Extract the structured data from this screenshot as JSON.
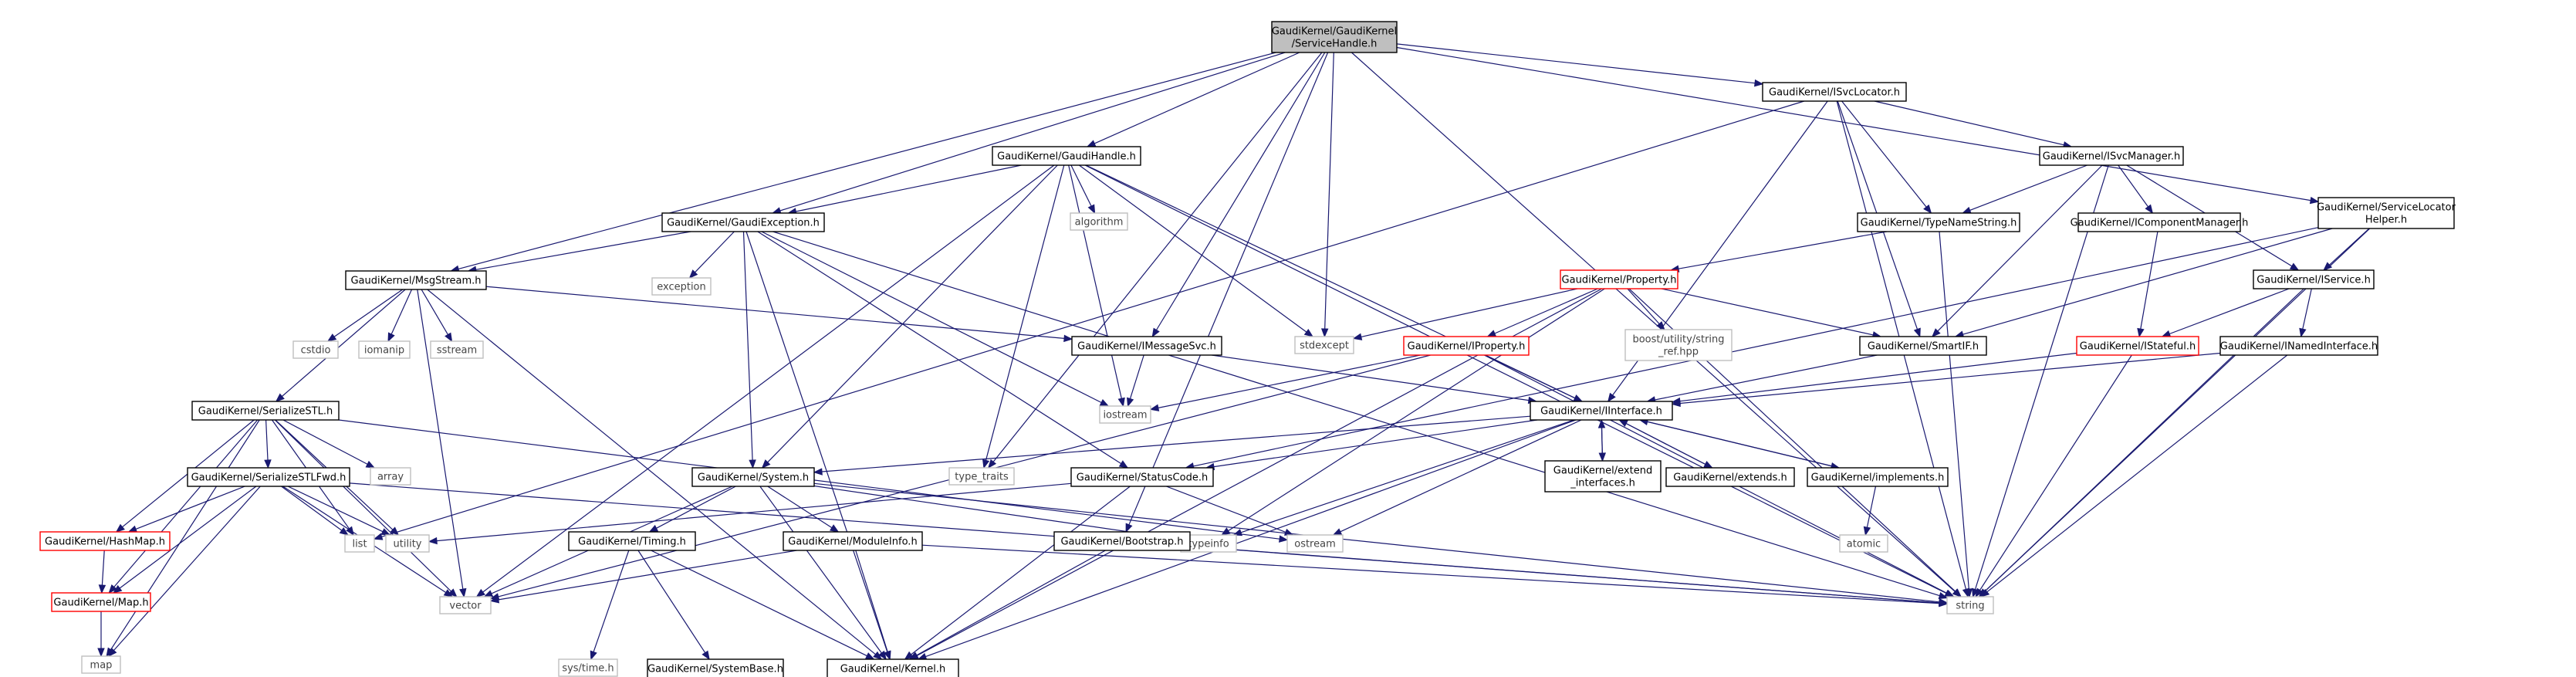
{
  "nodes": [
    {
      "id": "root",
      "lines": [
        "GaudiKernel/GaudiKernel",
        "/ServiceHandle.h"
      ],
      "kind": "root"
    },
    {
      "id": "isvclocator",
      "lines": [
        "GaudiKernel/ISvcLocator.h"
      ],
      "kind": "file"
    },
    {
      "id": "gaudihandle",
      "lines": [
        "GaudiKernel/GaudiHandle.h"
      ],
      "kind": "file"
    },
    {
      "id": "isvcmanager",
      "lines": [
        "GaudiKernel/ISvcManager.h"
      ],
      "kind": "file"
    },
    {
      "id": "gaudiexception",
      "lines": [
        "GaudiKernel/GaudiException.h"
      ],
      "kind": "file"
    },
    {
      "id": "algorithm",
      "lines": [
        "algorithm"
      ],
      "kind": "std"
    },
    {
      "id": "typenamestring",
      "lines": [
        "GaudiKernel/TypeNameString.h"
      ],
      "kind": "file"
    },
    {
      "id": "icomponentmanager",
      "lines": [
        "GaudiKernel/IComponentManager.h"
      ],
      "kind": "file"
    },
    {
      "id": "servicelocatorhelper",
      "lines": [
        "GaudiKernel/ServiceLocator",
        "Helper.h"
      ],
      "kind": "file"
    },
    {
      "id": "msgstream",
      "lines": [
        "GaudiKernel/MsgStream.h"
      ],
      "kind": "file"
    },
    {
      "id": "exception",
      "lines": [
        "exception"
      ],
      "kind": "std"
    },
    {
      "id": "property",
      "lines": [
        "GaudiKernel/Property.h"
      ],
      "kind": "red"
    },
    {
      "id": "iservice",
      "lines": [
        "GaudiKernel/IService.h"
      ],
      "kind": "file"
    },
    {
      "id": "cstdio",
      "lines": [
        "cstdio"
      ],
      "kind": "std"
    },
    {
      "id": "iomanip",
      "lines": [
        "iomanip"
      ],
      "kind": "std"
    },
    {
      "id": "sstream",
      "lines": [
        "sstream"
      ],
      "kind": "std"
    },
    {
      "id": "imessagesvc",
      "lines": [
        "GaudiKernel/IMessageSvc.h"
      ],
      "kind": "file"
    },
    {
      "id": "stdexcept",
      "lines": [
        "stdexcept"
      ],
      "kind": "std"
    },
    {
      "id": "iproperty",
      "lines": [
        "GaudiKernel/IProperty.h"
      ],
      "kind": "red"
    },
    {
      "id": "boostref",
      "lines": [
        "boost/utility/string",
        "_ref.hpp"
      ],
      "kind": "std"
    },
    {
      "id": "smartif",
      "lines": [
        "GaudiKernel/SmartIF.h"
      ],
      "kind": "file"
    },
    {
      "id": "istateful",
      "lines": [
        "GaudiKernel/IStateful.h"
      ],
      "kind": "red"
    },
    {
      "id": "inamedinterface",
      "lines": [
        "GaudiKernel/INamedInterface.h"
      ],
      "kind": "file"
    },
    {
      "id": "serializestl",
      "lines": [
        "GaudiKernel/SerializeSTL.h"
      ],
      "kind": "file"
    },
    {
      "id": "iostream",
      "lines": [
        "iostream"
      ],
      "kind": "std"
    },
    {
      "id": "iinterface",
      "lines": [
        "GaudiKernel/IInterface.h"
      ],
      "kind": "file"
    },
    {
      "id": "array",
      "lines": [
        "array"
      ],
      "kind": "std"
    },
    {
      "id": "serializestlfwd",
      "lines": [
        "GaudiKernel/SerializeSTLFwd.h"
      ],
      "kind": "file"
    },
    {
      "id": "typetraits",
      "lines": [
        "type_traits"
      ],
      "kind": "std"
    },
    {
      "id": "system",
      "lines": [
        "GaudiKernel/System.h"
      ],
      "kind": "file"
    },
    {
      "id": "statuscode",
      "lines": [
        "GaudiKernel/StatusCode.h"
      ],
      "kind": "file"
    },
    {
      "id": "extendinterfaces",
      "lines": [
        "GaudiKernel/extend",
        "_interfaces.h"
      ],
      "kind": "file"
    },
    {
      "id": "extends",
      "lines": [
        "GaudiKernel/extends.h"
      ],
      "kind": "file"
    },
    {
      "id": "implements",
      "lines": [
        "GaudiKernel/implements.h"
      ],
      "kind": "file"
    },
    {
      "id": "hashmap",
      "lines": [
        "GaudiKernel/HashMap.h"
      ],
      "kind": "red"
    },
    {
      "id": "list",
      "lines": [
        "list"
      ],
      "kind": "std"
    },
    {
      "id": "utility",
      "lines": [
        "utility"
      ],
      "kind": "std"
    },
    {
      "id": "typeinfo",
      "lines": [
        "typeinfo"
      ],
      "kind": "std"
    },
    {
      "id": "ostream",
      "lines": [
        "ostream"
      ],
      "kind": "std"
    },
    {
      "id": "timing",
      "lines": [
        "GaudiKernel/Timing.h"
      ],
      "kind": "file"
    },
    {
      "id": "moduleinfo",
      "lines": [
        "GaudiKernel/ModuleInfo.h"
      ],
      "kind": "file"
    },
    {
      "id": "bootstrap",
      "lines": [
        "GaudiKernel/Bootstrap.h"
      ],
      "kind": "file"
    },
    {
      "id": "atomic",
      "lines": [
        "atomic"
      ],
      "kind": "std"
    },
    {
      "id": "map_h",
      "lines": [
        "GaudiKernel/Map.h"
      ],
      "kind": "red"
    },
    {
      "id": "vector",
      "lines": [
        "vector"
      ],
      "kind": "std"
    },
    {
      "id": "string",
      "lines": [
        "string"
      ],
      "kind": "std"
    },
    {
      "id": "systime",
      "lines": [
        "sys/time.h"
      ],
      "kind": "std"
    },
    {
      "id": "systembase",
      "lines": [
        "GaudiKernel/SystemBase.h"
      ],
      "kind": "file"
    },
    {
      "id": "kernel",
      "lines": [
        "GaudiKernel/Kernel.h"
      ],
      "kind": "file"
    },
    {
      "id": "map",
      "lines": [
        "map"
      ],
      "kind": "std"
    }
  ],
  "edges": [
    [
      "root",
      "isvclocator"
    ],
    [
      "root",
      "gaudihandle"
    ],
    [
      "root",
      "gaudiexception"
    ],
    [
      "root",
      "msgstream"
    ],
    [
      "root",
      "imessagesvc"
    ],
    [
      "root",
      "stdexcept"
    ],
    [
      "root",
      "typetraits"
    ],
    [
      "root",
      "servicelocatorhelper"
    ],
    [
      "root",
      "bootstrap"
    ],
    [
      "root",
      "string"
    ],
    [
      "isvclocator",
      "isvcmanager"
    ],
    [
      "isvclocator",
      "typenamestring"
    ],
    [
      "isvclocator",
      "smartif"
    ],
    [
      "isvclocator",
      "iinterface"
    ],
    [
      "isvclocator",
      "list"
    ],
    [
      "isvclocator",
      "string"
    ],
    [
      "gaudihandle",
      "gaudiexception"
    ],
    [
      "gaudihandle",
      "algorithm"
    ],
    [
      "gaudihandle",
      "stdexcept"
    ],
    [
      "gaudihandle",
      "iostream"
    ],
    [
      "gaudihandle",
      "typetraits"
    ],
    [
      "gaudihandle",
      "system"
    ],
    [
      "gaudihandle",
      "iinterface"
    ],
    [
      "gaudihandle",
      "vector"
    ],
    [
      "gaudihandle",
      "string"
    ],
    [
      "isvcmanager",
      "typenamestring"
    ],
    [
      "isvcmanager",
      "icomponentmanager"
    ],
    [
      "isvcmanager",
      "iservice"
    ],
    [
      "isvcmanager",
      "smartif"
    ],
    [
      "isvcmanager",
      "string"
    ],
    [
      "gaudiexception",
      "msgstream"
    ],
    [
      "gaudiexception",
      "exception"
    ],
    [
      "gaudiexception",
      "system"
    ],
    [
      "gaudiexception",
      "statuscode"
    ],
    [
      "gaudiexception",
      "kernel"
    ],
    [
      "gaudiexception",
      "iostream"
    ],
    [
      "gaudiexception",
      "string"
    ],
    [
      "typenamestring",
      "property"
    ],
    [
      "typenamestring",
      "string"
    ],
    [
      "icomponentmanager",
      "istateful"
    ],
    [
      "servicelocatorhelper",
      "iservice"
    ],
    [
      "servicelocatorhelper",
      "smartif"
    ],
    [
      "servicelocatorhelper",
      "statuscode"
    ],
    [
      "servicelocatorhelper",
      "string"
    ],
    [
      "msgstream",
      "serializestl"
    ],
    [
      "msgstream",
      "cstdio"
    ],
    [
      "msgstream",
      "iomanip"
    ],
    [
      "msgstream",
      "sstream"
    ],
    [
      "msgstream",
      "imessagesvc"
    ],
    [
      "msgstream",
      "vector"
    ],
    [
      "msgstream",
      "kernel"
    ],
    [
      "property",
      "stdexcept"
    ],
    [
      "property",
      "iproperty"
    ],
    [
      "property",
      "boostref"
    ],
    [
      "property",
      "smartif"
    ],
    [
      "property",
      "typeinfo"
    ],
    [
      "property",
      "kernel"
    ],
    [
      "property",
      "string"
    ],
    [
      "iservice",
      "istateful"
    ],
    [
      "iservice",
      "inamedinterface"
    ],
    [
      "iservice",
      "string"
    ],
    [
      "imessagesvc",
      "iinterface"
    ],
    [
      "imessagesvc",
      "iostream"
    ],
    [
      "iproperty",
      "iinterface"
    ],
    [
      "iproperty",
      "iostream"
    ],
    [
      "iproperty",
      "vector"
    ],
    [
      "iproperty",
      "string"
    ],
    [
      "smartif",
      "iinterface"
    ],
    [
      "istateful",
      "iinterface"
    ],
    [
      "istateful",
      "string"
    ],
    [
      "inamedinterface",
      "iinterface"
    ],
    [
      "inamedinterface",
      "string"
    ],
    [
      "serializestl",
      "serializestlfwd"
    ],
    [
      "serializestl",
      "array"
    ],
    [
      "serializestl",
      "hashmap"
    ],
    [
      "serializestl",
      "map_h"
    ],
    [
      "serializestl",
      "list"
    ],
    [
      "serializestl",
      "utility"
    ],
    [
      "serializestl",
      "ostream"
    ],
    [
      "serializestl",
      "vector"
    ],
    [
      "serializestl",
      "map"
    ],
    [
      "iinterface",
      "system"
    ],
    [
      "iinterface",
      "statuscode"
    ],
    [
      "iinterface",
      "extendinterfaces"
    ],
    [
      "iinterface",
      "extends"
    ],
    [
      "iinterface",
      "implements"
    ],
    [
      "iinterface",
      "typeinfo"
    ],
    [
      "iinterface",
      "ostream"
    ],
    [
      "iinterface",
      "kernel"
    ],
    [
      "serializestlfwd",
      "hashmap"
    ],
    [
      "serializestlfwd",
      "map_h"
    ],
    [
      "serializestlfwd",
      "list"
    ],
    [
      "serializestlfwd",
      "utility"
    ],
    [
      "serializestlfwd",
      "vector"
    ],
    [
      "serializestlfwd",
      "map"
    ],
    [
      "serializestlfwd",
      "string"
    ],
    [
      "system",
      "timing"
    ],
    [
      "system",
      "moduleinfo"
    ],
    [
      "system",
      "typeinfo"
    ],
    [
      "system",
      "vector"
    ],
    [
      "system",
      "kernel"
    ],
    [
      "system",
      "string"
    ],
    [
      "statuscode",
      "utility"
    ],
    [
      "statuscode",
      "ostream"
    ],
    [
      "statuscode",
      "kernel"
    ],
    [
      "extendinterfaces",
      "iinterface"
    ],
    [
      "extends",
      "iinterface"
    ],
    [
      "implements",
      "iinterface"
    ],
    [
      "implements",
      "atomic"
    ],
    [
      "hashmap",
      "map_h"
    ],
    [
      "timing",
      "systime"
    ],
    [
      "timing",
      "systembase"
    ],
    [
      "timing",
      "kernel"
    ],
    [
      "moduleinfo",
      "vector"
    ],
    [
      "moduleinfo",
      "kernel"
    ],
    [
      "moduleinfo",
      "string"
    ],
    [
      "bootstrap",
      "kernel"
    ],
    [
      "bootstrap",
      "string"
    ],
    [
      "map_h",
      "map"
    ]
  ]
}
